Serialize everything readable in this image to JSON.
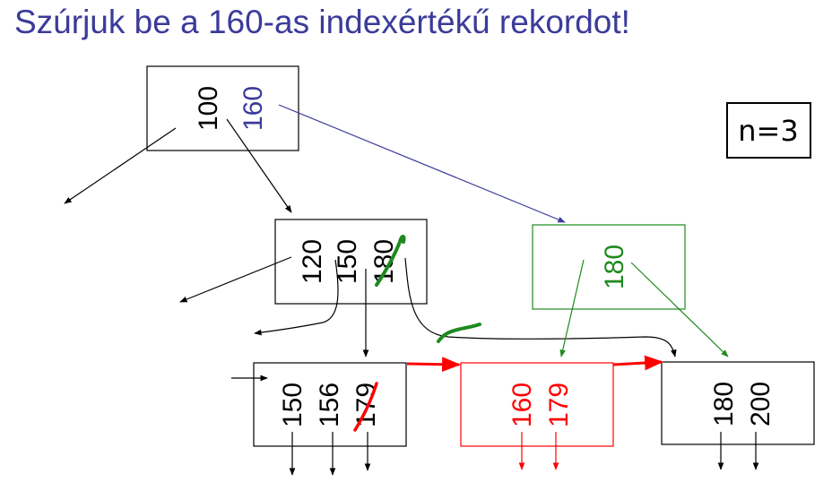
{
  "title": "Szúrjuk be a 160-as indexértékű rekordot!",
  "param_label": "n=3",
  "colors": {
    "title": "#3b3b9a",
    "black": "#000000",
    "blue": "#3b3b9a",
    "green": "#1e8a1e",
    "red": "#ff0000"
  },
  "nodes": {
    "root": {
      "keys": [
        "100",
        "160"
      ]
    },
    "internal_left": {
      "keys": [
        "120",
        "150",
        "180"
      ],
      "struck_key": "180"
    },
    "internal_right": {
      "keys": [
        "180"
      ]
    },
    "leaf_1": {
      "keys": [
        "150",
        "156",
        "179"
      ],
      "struck_key": "179"
    },
    "leaf_2": {
      "keys": [
        "160",
        "179"
      ]
    },
    "leaf_3": {
      "keys": [
        "180",
        "200"
      ]
    }
  }
}
